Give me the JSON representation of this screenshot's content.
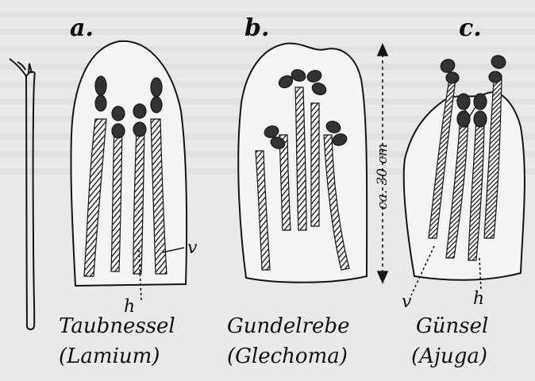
{
  "panels": {
    "a": {
      "letter": "a.",
      "common_name": "Taubnessel",
      "genus": "(Lamium)"
    },
    "b": {
      "letter": "b.",
      "common_name": "Gundelrebe",
      "genus": "(Glechoma)"
    },
    "c": {
      "letter": "c.",
      "common_name": "Günsel",
      "genus": "(Ajuga)"
    }
  },
  "labels": {
    "h": "h",
    "v": "v"
  },
  "scale_label": "ca. 30 cm",
  "colors": {
    "ink": "#151515",
    "paper": "#e9e9e7",
    "flower": "#f4f4f2"
  }
}
